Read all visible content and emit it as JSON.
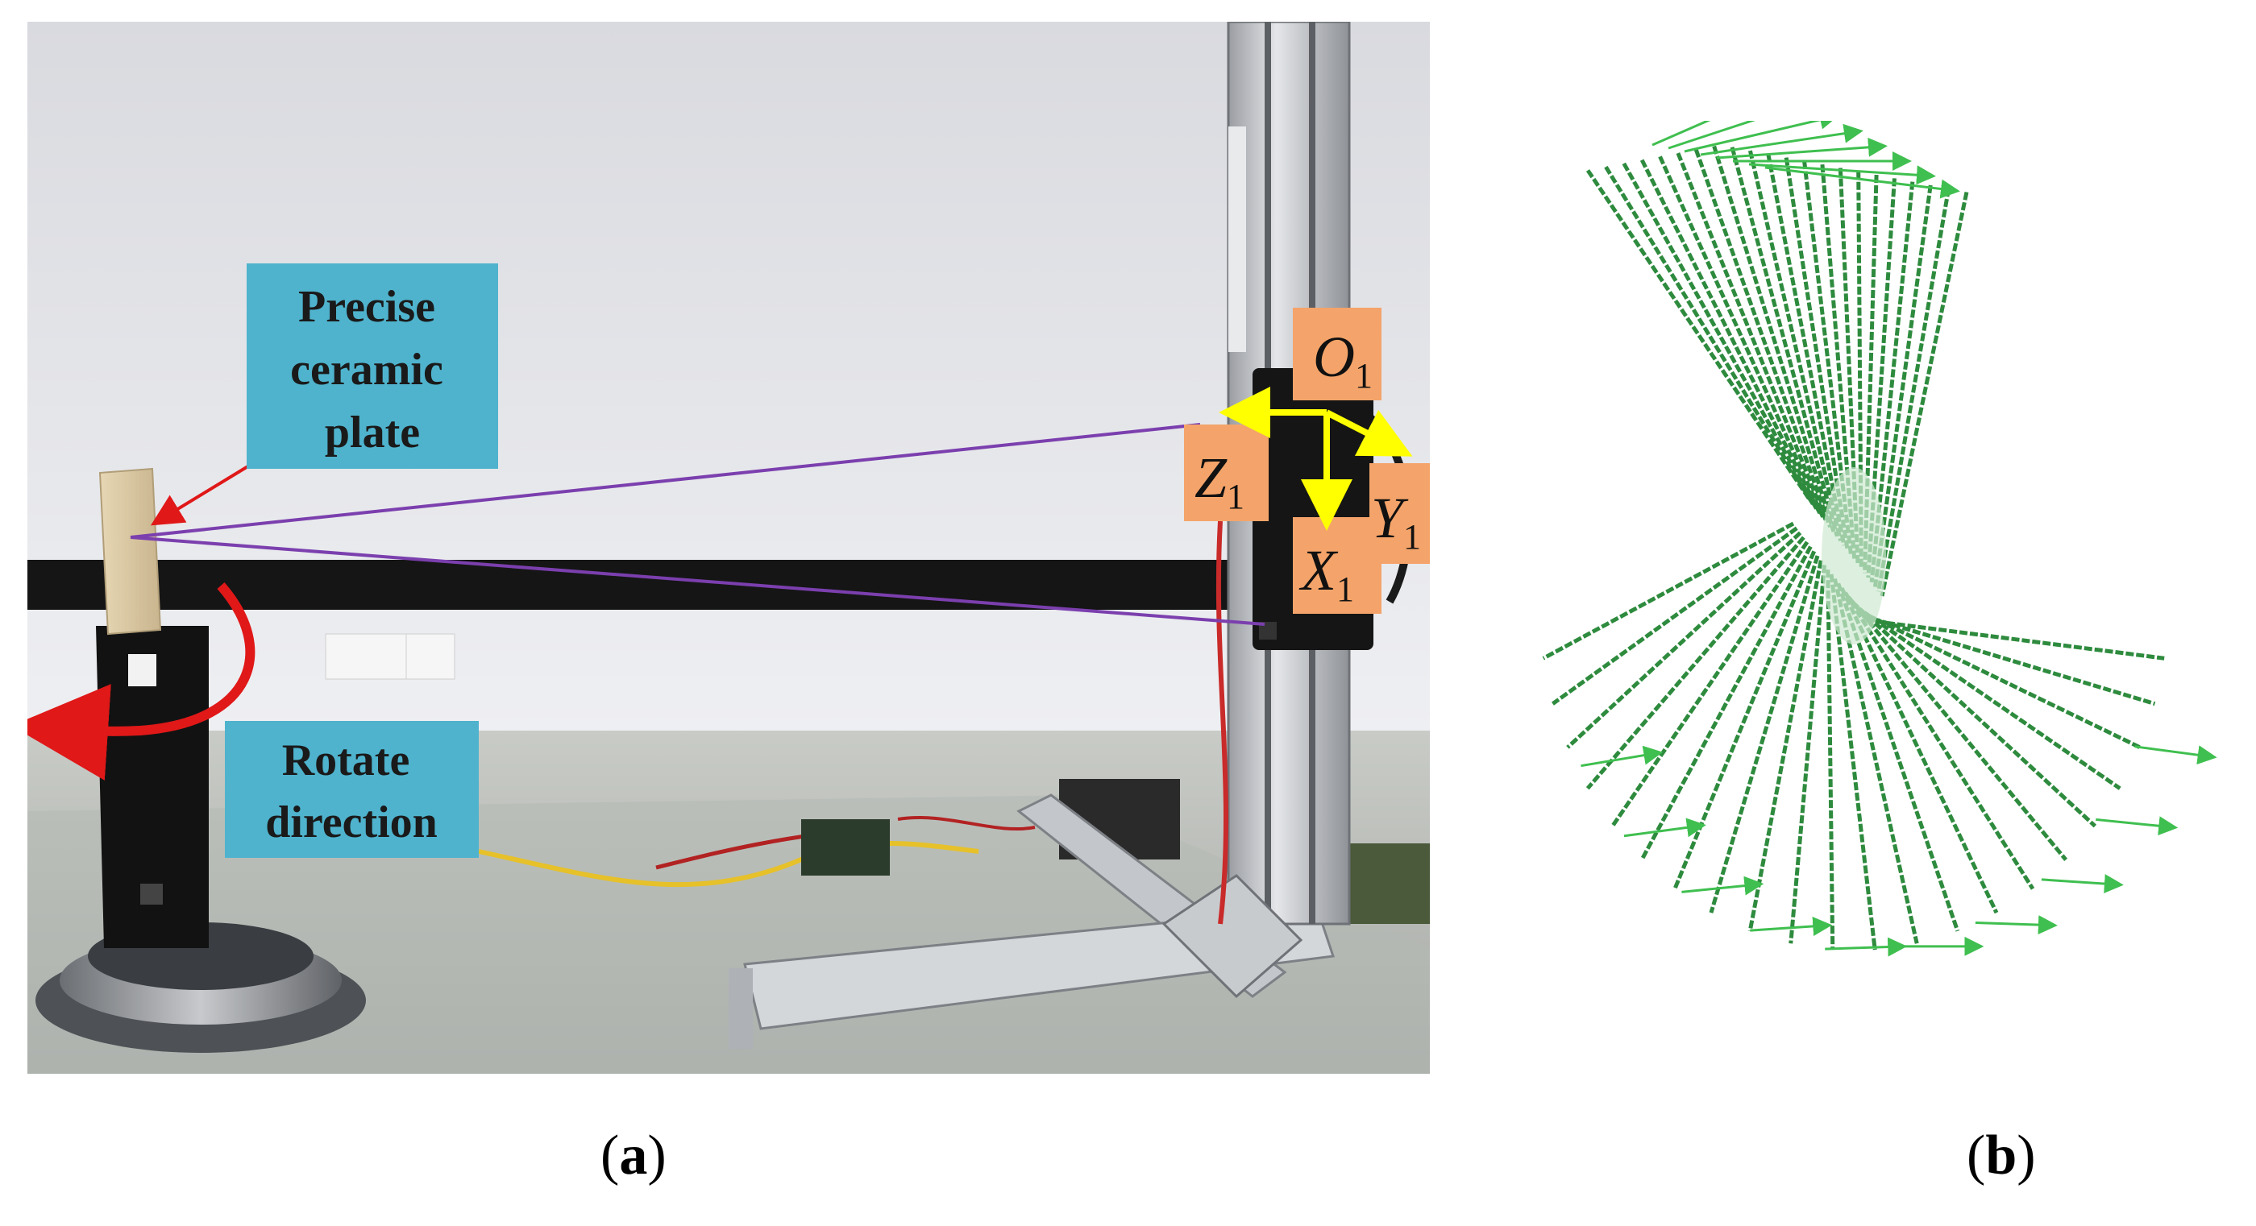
{
  "panel_a": {
    "labels": {
      "plate": [
        "Precise",
        "ceramic",
        "plate"
      ],
      "rotate": [
        "Rotate",
        "direction"
      ]
    },
    "axes": {
      "origin": {
        "letter": "O",
        "sub": "1"
      },
      "z": {
        "letter": "Z",
        "sub": "1"
      },
      "x": {
        "letter": "X",
        "sub": "1"
      },
      "y": {
        "letter": "Y",
        "sub": "1"
      }
    },
    "colors": {
      "label_box": "#4fb3cd",
      "axis_box": "#f4a46a",
      "axis_arrow": "#ffff00",
      "beam": "#7b3fae",
      "red_arrow": "#e01818"
    }
  },
  "panel_b": {
    "colors": {
      "lines": "#2e8b3e",
      "arrows": "#3fbf4f"
    }
  },
  "captions": {
    "a": {
      "open": "(",
      "letter": "a",
      "close": ")"
    },
    "b": {
      "open": "(",
      "letter": "b",
      "close": ")"
    }
  }
}
